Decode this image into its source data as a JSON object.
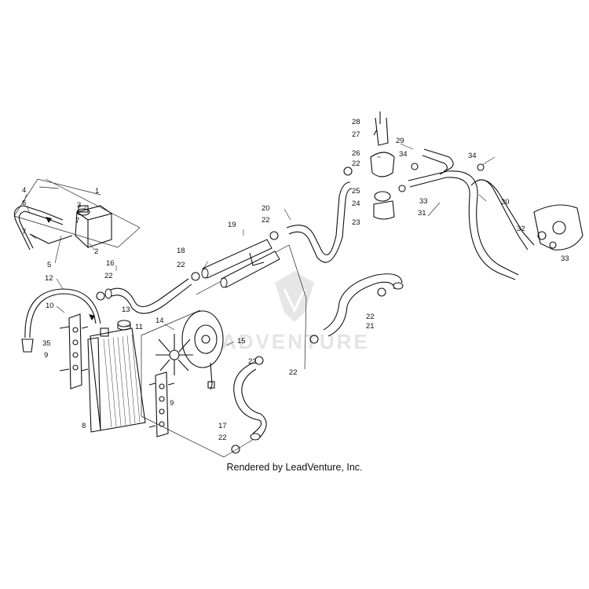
{
  "diagram": {
    "callouts": [
      "1",
      "2",
      "3",
      "4",
      "5",
      "6",
      "7",
      "7",
      "8",
      "9",
      "9",
      "10",
      "11",
      "12",
      "13",
      "14",
      "15",
      "16",
      "17",
      "18",
      "19",
      "20",
      "21",
      "22",
      "22",
      "22",
      "22",
      "22",
      "22",
      "22",
      "22",
      "23",
      "24",
      "25",
      "26",
      "27",
      "28",
      "29",
      "30",
      "31",
      "32",
      "33",
      "33",
      "34",
      "34",
      "35"
    ],
    "watermark_text": "ADVENTURE"
  },
  "footer": {
    "credit": "Rendered by LeadVenture, Inc."
  }
}
